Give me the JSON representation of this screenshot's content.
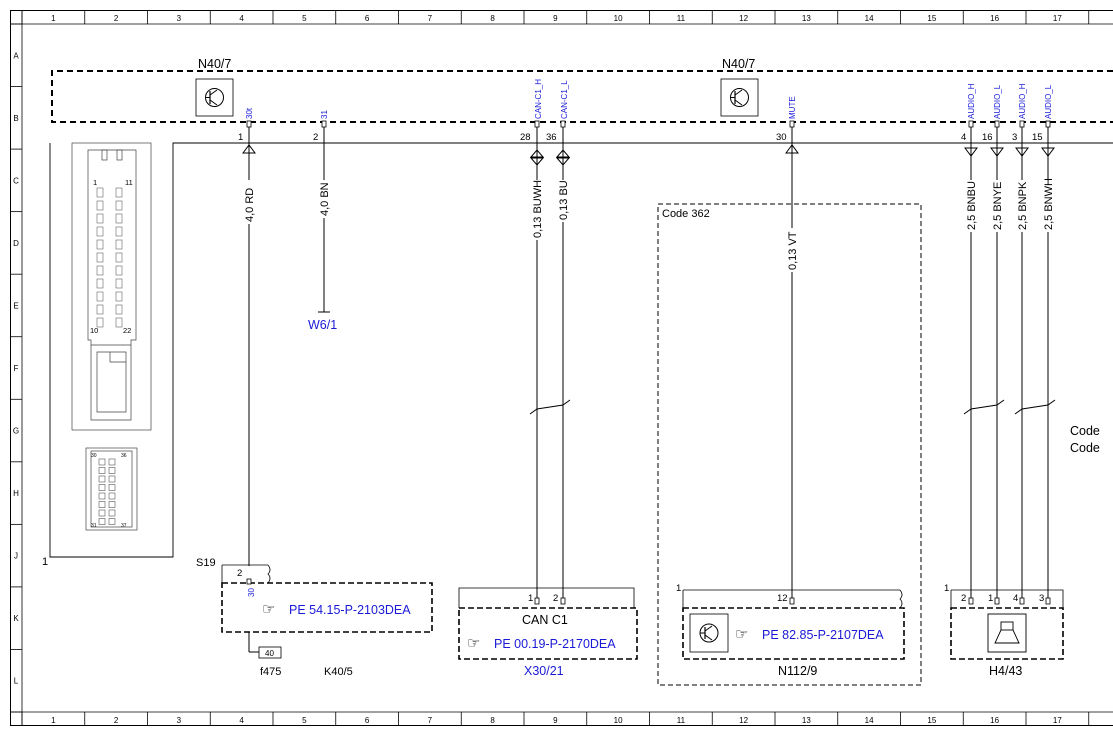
{
  "grid": {
    "columns": [
      "1",
      "2",
      "3",
      "4",
      "5",
      "6",
      "7",
      "8",
      "9",
      "10",
      "11",
      "12",
      "13",
      "14",
      "15",
      "16",
      "17"
    ],
    "rows": [
      "A",
      "B",
      "C",
      "D",
      "E",
      "F",
      "G",
      "H",
      "J",
      "K",
      "L"
    ]
  },
  "modules": {
    "n40_left": "N40/7",
    "n40_right": "N40/7",
    "connector_callout": "1"
  },
  "signals": {
    "s30t": "30t",
    "s31": "31",
    "can_h": "CAN-C1_H",
    "can_l": "CAN-C1_L",
    "mute": "MUTE",
    "audio_h1": "AUDIO_H",
    "audio_l1": "AUDIO_L",
    "audio_h2": "AUDIO_H",
    "audio_l2": "AUDIO_L"
  },
  "pins": {
    "p1": "1",
    "p2": "2",
    "p28": "28",
    "p36": "36",
    "p30": "30",
    "p4": "4",
    "p16": "16",
    "p3": "3",
    "p15": "15"
  },
  "wires": {
    "w1": "4,0 RD",
    "w2": "4,0 BN",
    "w3": "0,13 BUWH",
    "w4": "0,13 BU",
    "w5": "0,13 VT",
    "w6": "2,5 BNBU",
    "w7": "2,5 BNYE",
    "w8": "2,5 BNPK",
    "w9": "2,5 BNWH"
  },
  "ground": {
    "label": "W6/1"
  },
  "code_box": {
    "label": "Code 362"
  },
  "code_edge": {
    "line1": "Code",
    "line2": "Code"
  },
  "fuse": {
    "s19": "S19",
    "pin2": "2",
    "pin30": "30",
    "ref": "PE 54.15-P-2103DEA",
    "fuse_no": "40",
    "f475": "f475",
    "k40": "K40/5"
  },
  "can": {
    "pin1": "1",
    "pin2": "2",
    "title": "CAN C1",
    "ref": "PE 00.19-P-2170DEA",
    "label": "X30/21"
  },
  "n112": {
    "pin1": "1",
    "pin12": "12",
    "ref": "PE 82.85-P-2107DEA",
    "label": "N112/9"
  },
  "h4": {
    "pin1": "1",
    "p2": "2",
    "p1": "1",
    "p4": "4",
    "p3": "3",
    "label": "H4/43"
  },
  "connector_face": {
    "n1": "1",
    "n11": "11",
    "n10": "10",
    "n22": "22",
    "s30": "30",
    "s36": "36",
    "s31": "31",
    "s37": "37"
  }
}
